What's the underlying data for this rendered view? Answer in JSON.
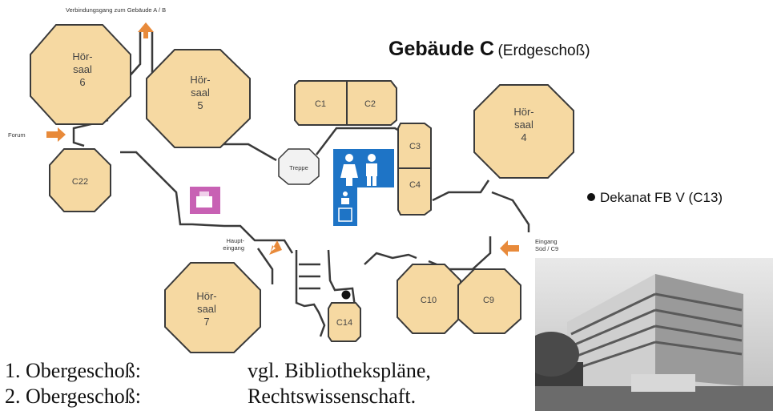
{
  "title": {
    "main": "Gebäude C",
    "sub": "(Erdgeschoß)"
  },
  "legend": {
    "dekanat": "Dekanat FB V (C13)"
  },
  "annotations": {
    "verbindung": "Verbindungsgang zum Gebäude A / B",
    "forum": "Forum",
    "hauptein_1": "Haupt-",
    "hauptein_2": "eingang",
    "sued_1": "Eingang",
    "sued_2": "Süd / C9"
  },
  "rooms": {
    "hs6": [
      "Hör-",
      "saal",
      "6"
    ],
    "hs5": [
      "Hör-",
      "saal",
      "5"
    ],
    "hs4": [
      "Hör-",
      "saal",
      "4"
    ],
    "hs7": [
      "Hör-",
      "saal",
      "7"
    ],
    "c1": "C1",
    "c2": "C2",
    "c3": "C3",
    "c4": "C4",
    "c9": "C9",
    "c10": "C10",
    "c14": "C14",
    "c22": "C22",
    "treppe": "Treppe"
  },
  "floors": [
    {
      "label": "1. Obergeschoß:",
      "value": "vgl. Bibliothekspläne,"
    },
    {
      "label": "2. Obergeschoß:",
      "value": "Rechtswissenschaft."
    }
  ],
  "colors": {
    "room": "#f6d9a2",
    "arrow": "#e88a3a",
    "wc": "#1e74c6",
    "cafeteria": "#c861b4"
  }
}
